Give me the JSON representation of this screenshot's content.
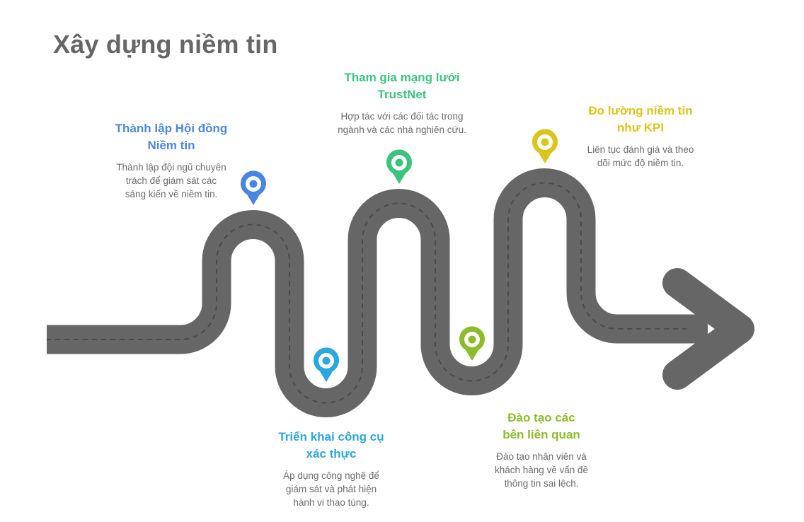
{
  "title": "Xây dựng niềm tin",
  "colors": {
    "road": "#666666",
    "road_dash": "#4a4a4a",
    "title": "#666666",
    "desc": "#6b6b6b"
  },
  "steps": [
    {
      "heading_line1": "Thành lập Hội đồng",
      "heading_line2": "Niềm tin",
      "desc_line1": "Thành lập đội ngũ chuyên",
      "desc_line2": "trách để giám sát các",
      "desc_line3": "sáng kiến về niềm tin.",
      "color": "#4a86e0",
      "icon": "map-pin-icon"
    },
    {
      "heading_line1": "Triển khai công cụ",
      "heading_line2": "xác thực",
      "desc_line1": "Áp dụng công nghệ để",
      "desc_line2": "giám sát và phát hiện",
      "desc_line3": "hành vi thao túng.",
      "color": "#2aa7dc",
      "icon": "map-pin-icon"
    },
    {
      "heading_line1": "Tham gia mạng lưới",
      "heading_line2": "TrustNet",
      "desc_line1": "Hợp tác với các đối tác trong",
      "desc_line2": "ngành và các nhà nghiên cứu.",
      "color": "#3cc47c",
      "icon": "map-pin-icon"
    },
    {
      "heading_line1": "Đào tạo các",
      "heading_line2": "bên liên quan",
      "desc_line1": "Đào tạo nhân viên và",
      "desc_line2": "khách hàng về vấn đề",
      "desc_line3": "thông tin sai lệch.",
      "color": "#8cbc2c",
      "icon": "map-pin-icon"
    },
    {
      "heading_line1": "Đo lường niềm tin",
      "heading_line2": "như KPI",
      "desc_line1": "Liên tục đánh giá và theo",
      "desc_line2": "dõi mức độ niềm tin.",
      "color": "#dcc41c",
      "icon": "map-pin-icon"
    }
  ]
}
